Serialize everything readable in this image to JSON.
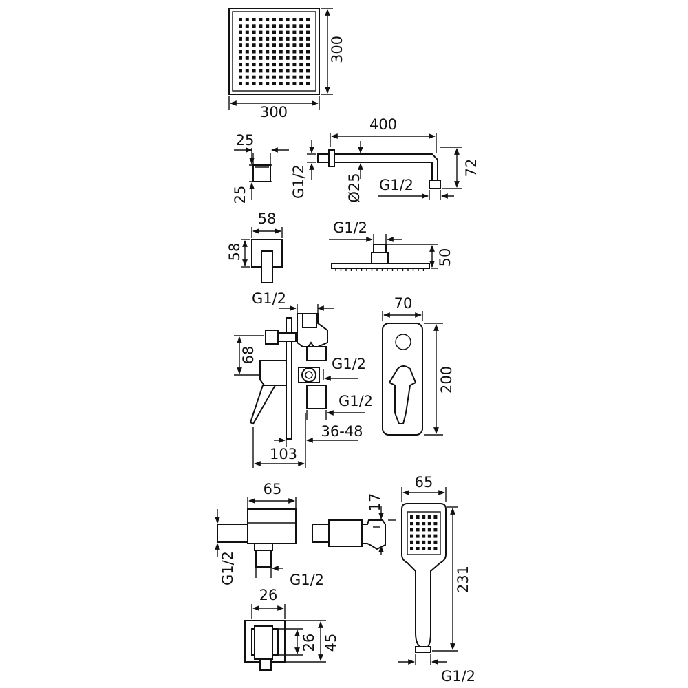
{
  "labels": {
    "rain_width": "300",
    "rain_height": "300",
    "arm_length": "400",
    "arm_drop": "72",
    "arm_thread_left": "G1/2",
    "arm_thread_right": "G1/2",
    "arm_diameter": "Ø25",
    "flange_small_w": "25",
    "flange_small_h": "25",
    "flange_large_w": "58",
    "flange_large_h": "58",
    "head_thread": "G1/2",
    "head_thickness": "50",
    "mixer_thread_top": "G1/2",
    "mixer_thread_mid": "G1/2",
    "mixer_thread_bottom": "G1/2",
    "mixer_offset": "68",
    "mixer_wall": "36-48",
    "mixer_depth": "103",
    "plate_width": "70",
    "plate_height": "200",
    "outlet_width": "65",
    "outlet_thread_left": "G1/2",
    "outlet_thread_bottom": "G1/2",
    "holder_height": "17",
    "handshower_width": "65",
    "handshower_length": "231",
    "handshower_thread": "G1/2",
    "elbow_outer_w": "26",
    "elbow_inner_h": "26",
    "elbow_outer_h": "45"
  }
}
